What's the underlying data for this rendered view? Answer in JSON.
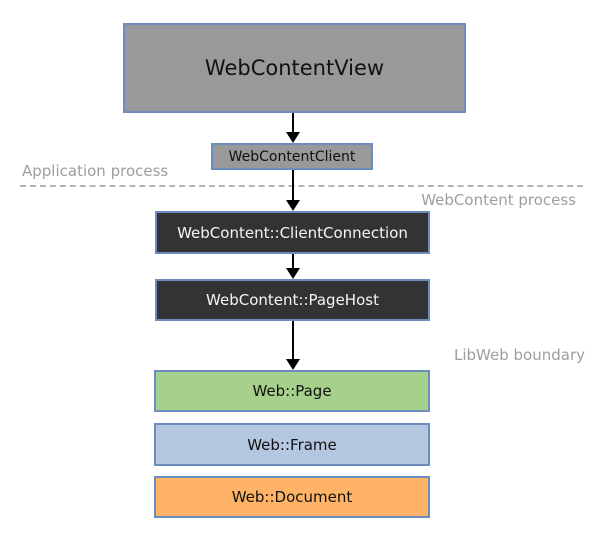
{
  "diagram": {
    "description": "Process architecture flow diagram for WebContent",
    "nodes": {
      "web_content_view": {
        "label": "WebContentView",
        "fill": "#999999"
      },
      "web_content_client": {
        "label": "WebContentClient",
        "fill": "#999999"
      },
      "client_connection": {
        "label": "WebContent::ClientConnection",
        "fill": "#333333"
      },
      "page_host": {
        "label": "WebContent::PageHost",
        "fill": "#333333"
      },
      "web_page": {
        "label": "Web::Page",
        "fill": "#a8d08d"
      },
      "web_frame": {
        "label": "Web::Frame",
        "fill": "#b4c7e0"
      },
      "web_document": {
        "label": "Web::Document",
        "fill": "#ffb366"
      }
    },
    "zone_labels": {
      "application_process": "Application process",
      "webcontent_process": "WebContent process",
      "libweb_boundary": "LibWeb boundary"
    },
    "edges": [
      {
        "from": "WebContentView",
        "to": "WebContentClient"
      },
      {
        "from": "WebContentClient",
        "to": "WebContent::ClientConnection"
      },
      {
        "from": "WebContent::ClientConnection",
        "to": "WebContent::PageHost"
      },
      {
        "from": "WebContent::PageHost",
        "to": "Web::Page"
      }
    ],
    "colors": {
      "node_border": "#6c8ebf",
      "gray_fill": "#999999",
      "dark_fill": "#333333",
      "green_fill": "#a8d08d",
      "blue_fill": "#b4c7e0",
      "orange_fill": "#ffb366",
      "zone_label_text": "#9e9e9e",
      "divider": "#b3b3b3",
      "arrow": "#000000",
      "background": "#ffffff"
    }
  }
}
